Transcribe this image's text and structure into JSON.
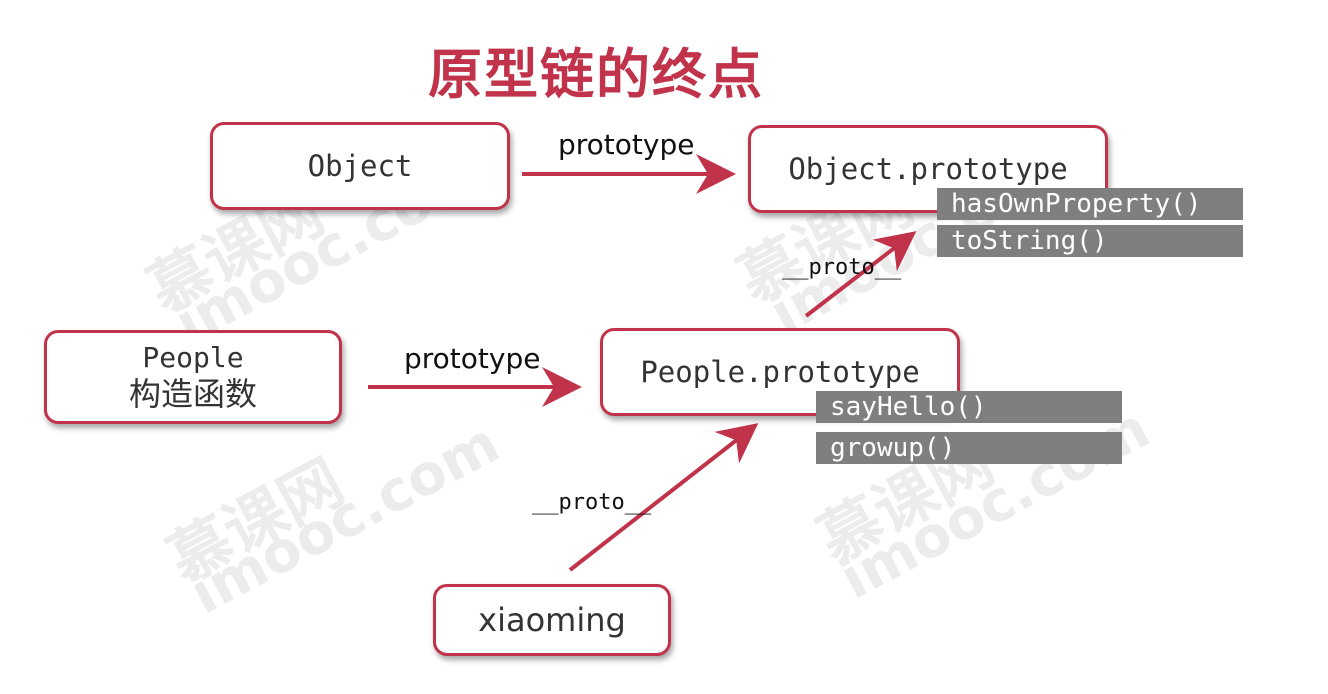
{
  "title": "原型链的终点",
  "watermark": {
    "brand": "慕课网",
    "site": "imooc.com"
  },
  "nodes": {
    "object": {
      "label": "Object"
    },
    "object_prototype": {
      "label": "Object.prototype",
      "methods": [
        "hasOwnProperty()",
        "toString()"
      ]
    },
    "people": {
      "line1": "People",
      "line2": "构造函数"
    },
    "people_prototype": {
      "label": "People.prototype",
      "methods": [
        "sayHello()",
        "growup()"
      ]
    },
    "xiaoming": {
      "label": "xiaoming"
    }
  },
  "edges": {
    "object_to_proto": "prototype",
    "people_to_proto": "prototype",
    "people_proto_to_object_proto": "__proto__",
    "xiaoming_to_people_proto": "__proto__"
  },
  "colors": {
    "accent": "#c0334a",
    "method_bg": "#7f7f7f",
    "arrow": "#c0334a"
  }
}
